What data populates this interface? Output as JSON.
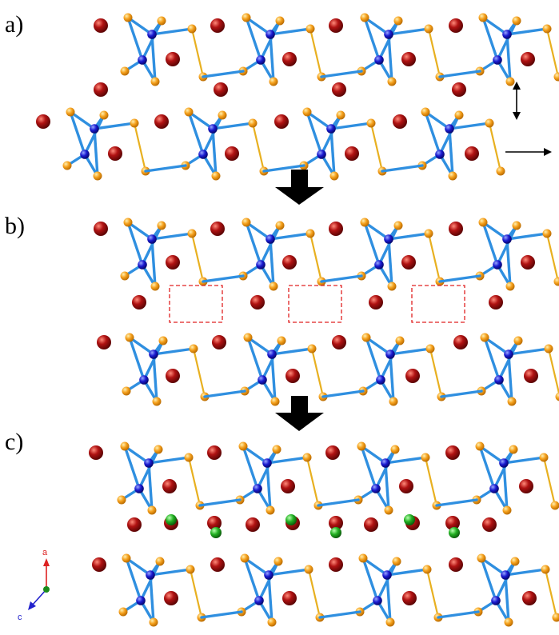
{
  "panels": [
    {
      "label": "a)"
    },
    {
      "label": "b)"
    },
    {
      "label": "c)"
    }
  ],
  "axes": {
    "a_label": "a",
    "c_label": "c"
  },
  "colors": {
    "background": "#ffffff",
    "heavy_atom": "#9b0d0d",
    "orange_atom": "#f5a01c",
    "blue_atom": "#1a1ad0",
    "green_atom": "#22b022",
    "bond": "#2f8fe0",
    "bond_link": "#e8b020",
    "vacancy_box": "#e02020",
    "arrow": "#000000",
    "axis_a": "#dd2222",
    "axis_c": "#2222cc",
    "axis_b": "#1a8a1a"
  },
  "icons": [
    "down-arrow-icon",
    "double-headed-arrow-icon",
    "right-arrow-icon",
    "crystal-axes-icon"
  ]
}
